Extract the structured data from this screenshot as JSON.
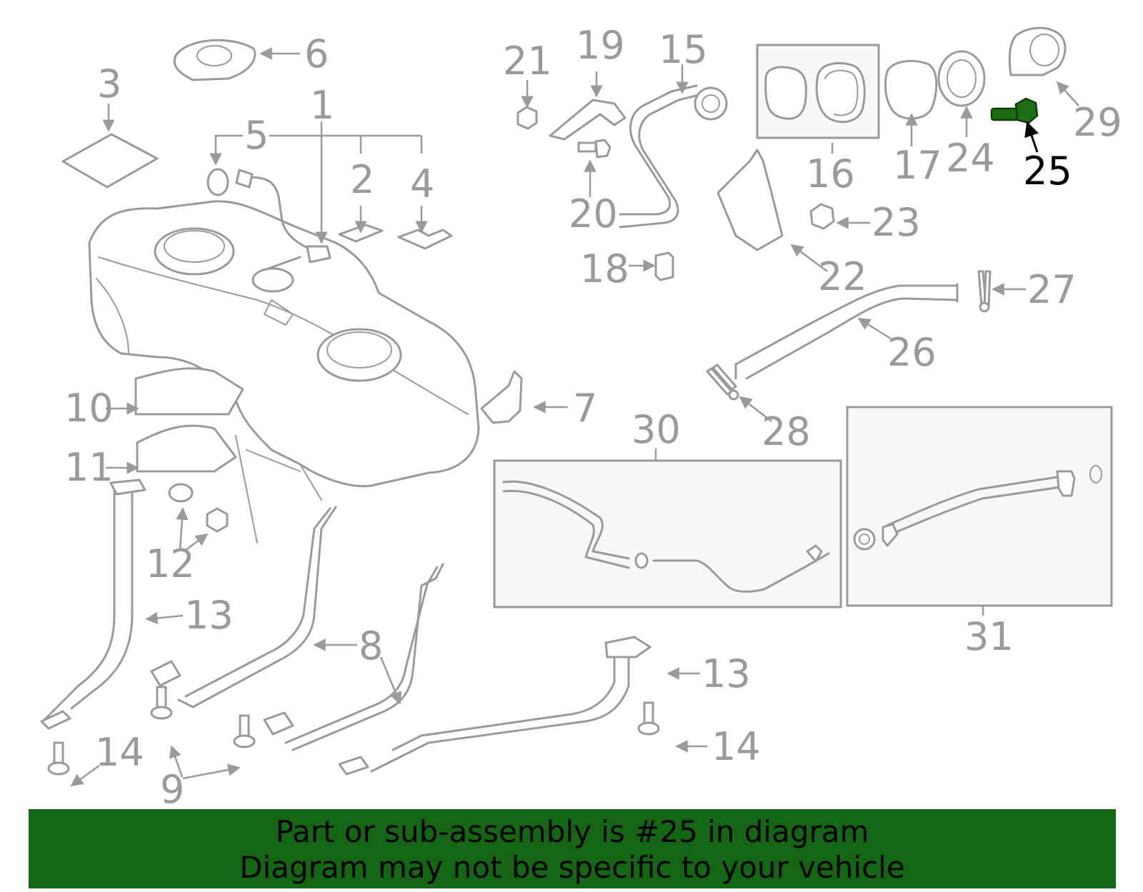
{
  "callouts": {
    "c1": "1",
    "c2": "2",
    "c3": "3",
    "c4": "4",
    "c5": "5",
    "c6": "6",
    "c7": "7",
    "c8": "8",
    "c9": "9",
    "c10": "10",
    "c11": "11",
    "c12": "12",
    "c13": "13",
    "c14": "14",
    "c15": "15",
    "c16": "16",
    "c17": "17",
    "c18": "18",
    "c19": "19",
    "c20": "20",
    "c21": "21",
    "c22": "22",
    "c23": "23",
    "c24": "24",
    "c25": "25",
    "c26": "26",
    "c27": "27",
    "c28": "28",
    "c29": "29",
    "c30": "30",
    "c31": "31"
  },
  "highlight": {
    "part_number": "25",
    "color": "#1c6e12",
    "banner_color": "#146514"
  },
  "banner": {
    "line1": "Part or sub-assembly is #25 in diagram",
    "line2": "Diagram may not be specific to your vehicle"
  }
}
